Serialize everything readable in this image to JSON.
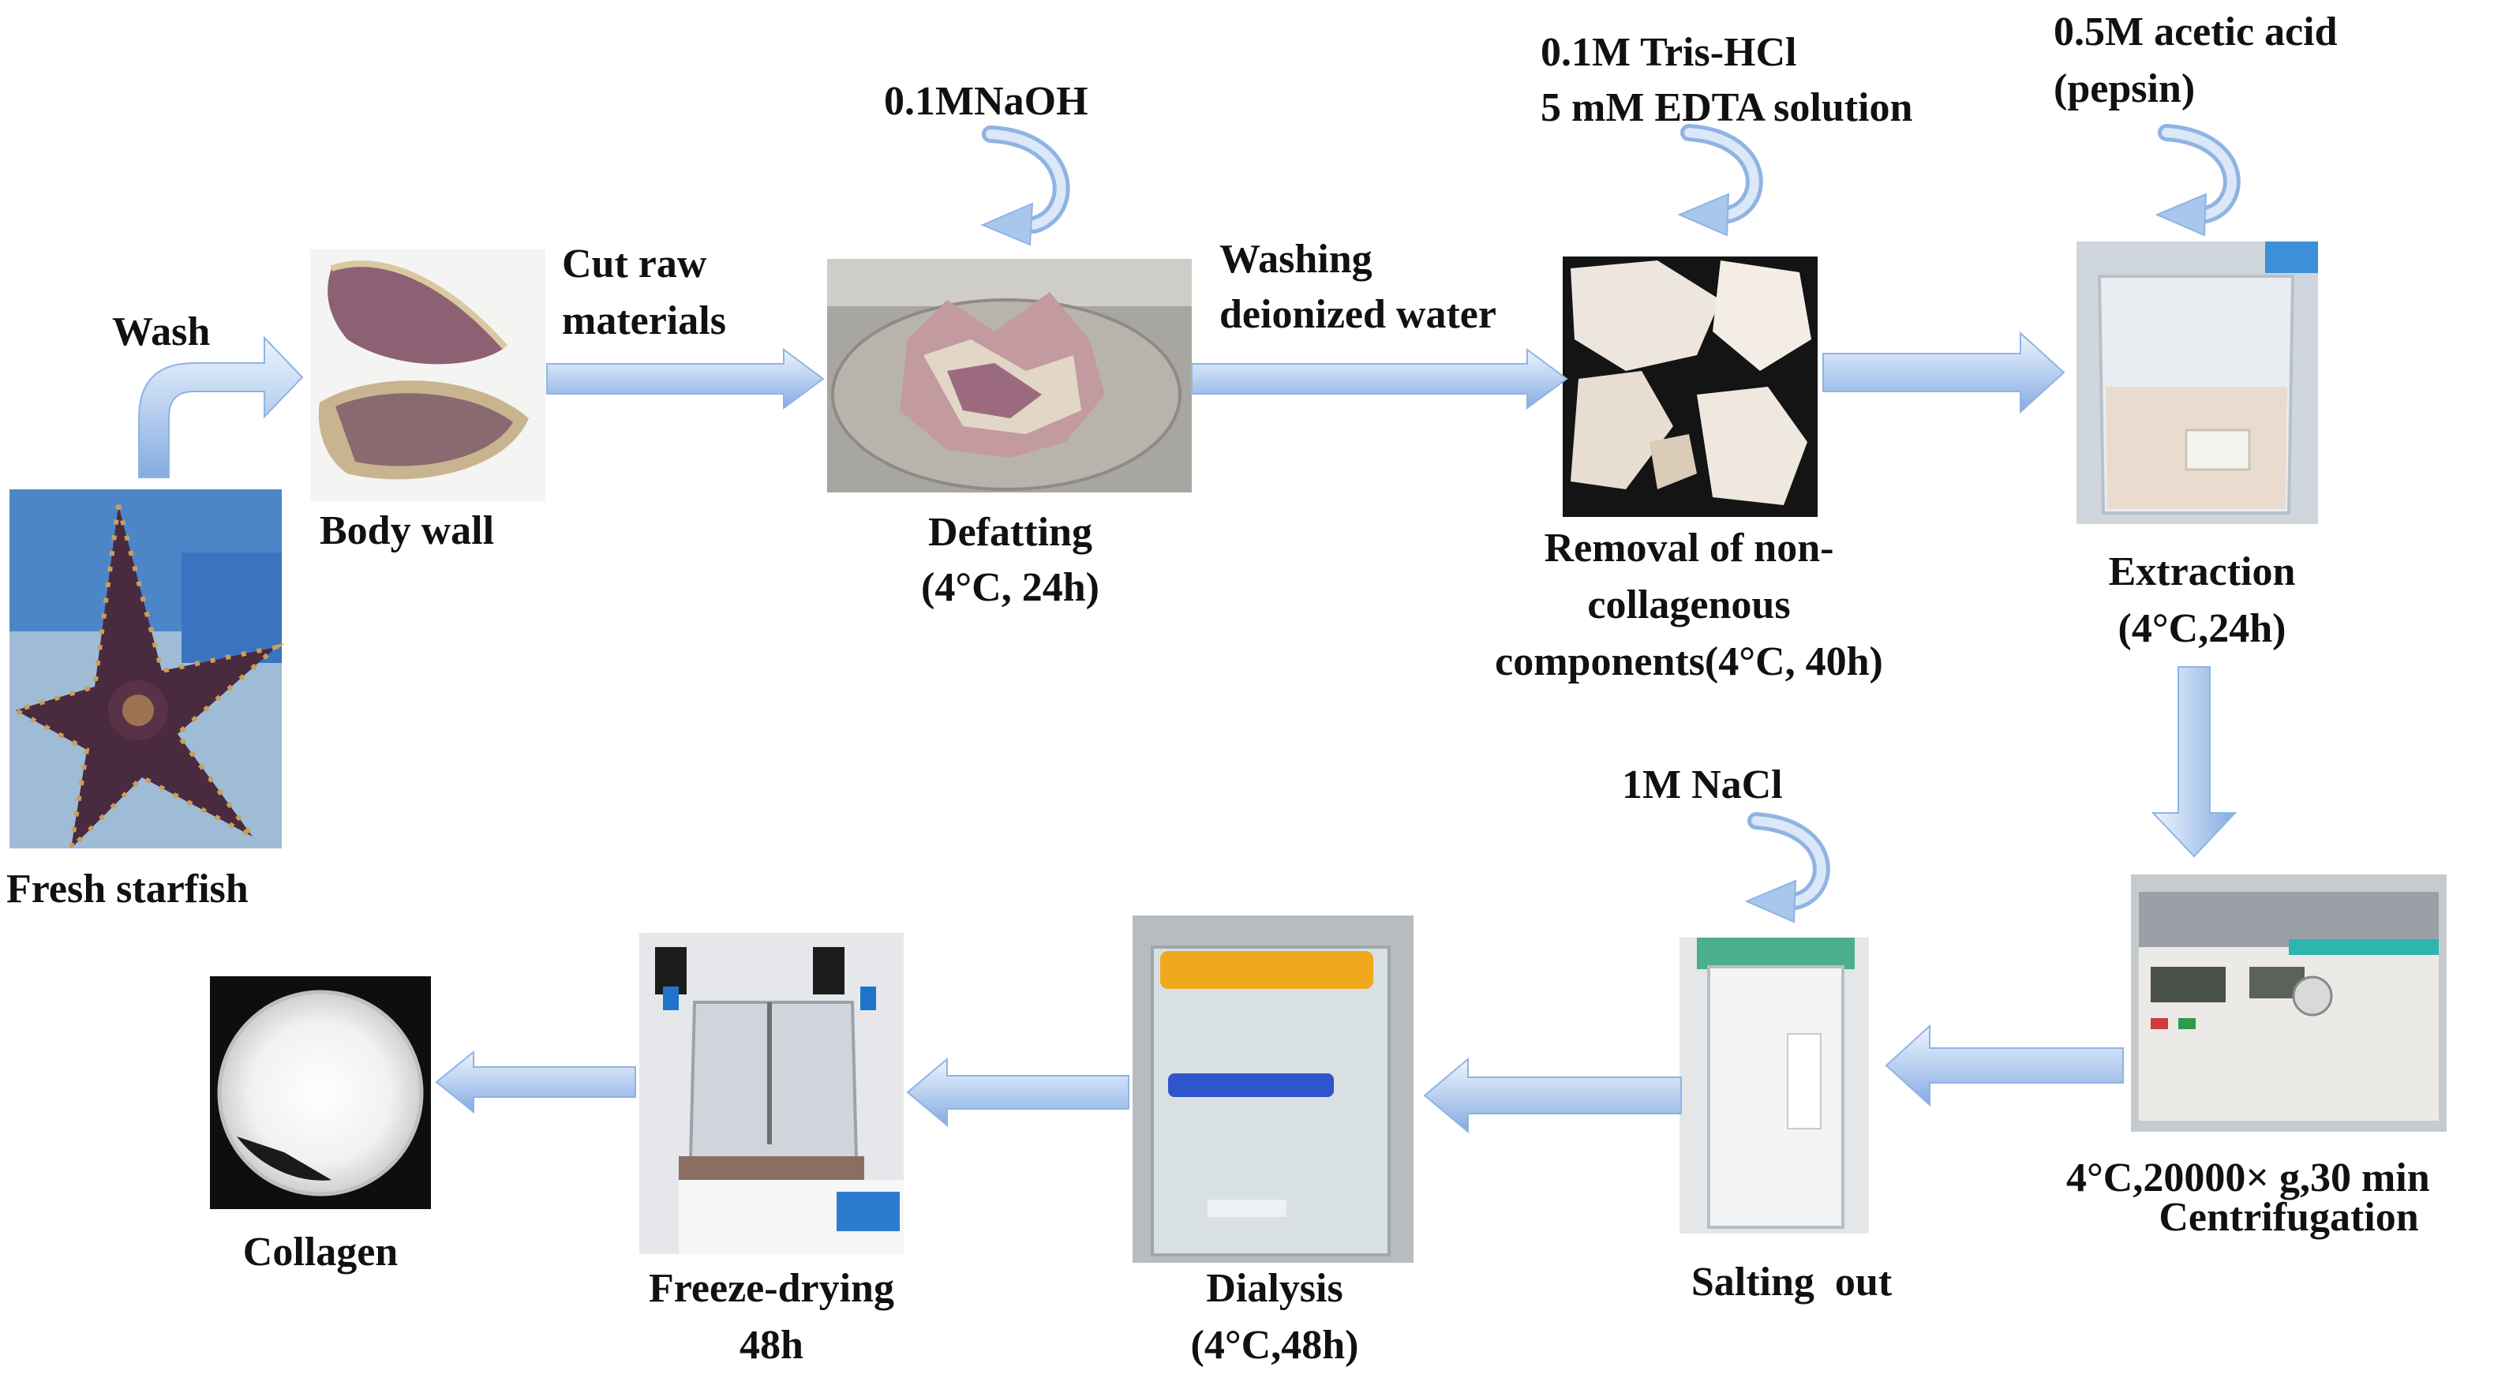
{
  "diagram": {
    "colors": {
      "arrow_light": "#ddeaf8",
      "arrow_dark": "#8fb4e3",
      "text": "#111111"
    },
    "steps": {
      "fresh_starfish": "Fresh starfish",
      "body_wall": "Body wall",
      "defatting": "Defatting",
      "defatting_cond": "(4°C, 24h)",
      "removal_1": "Removal of non-",
      "removal_2": "collagenous",
      "removal_3": "components(4°C, 40h)",
      "extraction": "Extraction",
      "extraction_cond": "(4°C,24h)",
      "centrifugation_cond": "4°C,20000× g,30 min",
      "centrifugation": "Centrifugation",
      "salting_out": "Salting  out",
      "dialysis": "Dialysis",
      "dialysis_cond": "(4°C,48h)",
      "freeze_drying": "Freeze-drying",
      "freeze_drying_time": "48h",
      "collagen": "Collagen"
    },
    "actions": {
      "wash": "Wash",
      "cut_1": "Cut raw",
      "cut_2": "materials",
      "washing_1": "Washing",
      "washing_2": "deionized water"
    },
    "reagents": {
      "naoh": "0.1MNaOH",
      "tris_1": "0.1M Tris-HCl",
      "tris_2": "5 mM EDTA solution",
      "acetic_1": "0.5M acetic acid",
      "acetic_2": "(pepsin)",
      "nacl": "1M NaCl"
    },
    "photos": [
      "starfish-photo",
      "body-wall-photo",
      "defatting-photo",
      "removal-photo",
      "extraction-photo",
      "centrifuge-photo",
      "salting-out-photo",
      "dialysis-photo",
      "freeze-dryer-photo",
      "collagen-photo"
    ]
  }
}
